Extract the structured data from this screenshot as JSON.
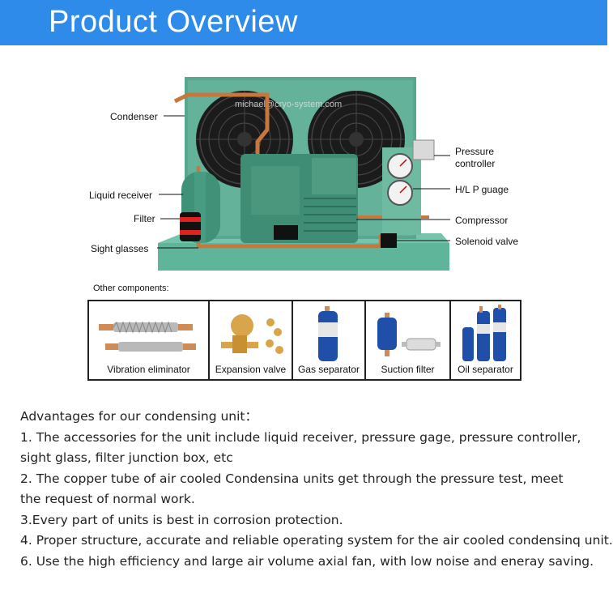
{
  "banner": {
    "title": "Product Overview",
    "color": "#2f8bea"
  },
  "diagram": {
    "watermark": "michael@cryo-system.com",
    "labels": {
      "condenser": "Condenser",
      "liquid_receiver": "Liquid receiver",
      "filter": "Filter",
      "sight_glasses": "Sight glasses",
      "pressure_controller_1": "Pressure",
      "pressure_controller_2": "controller",
      "hl_gauge": "H/L P guage",
      "compressor": "Compressor",
      "solenoid_valve": "Solenoid valve"
    }
  },
  "components": {
    "heading": "Other components:",
    "items": [
      {
        "name": "Vibration eliminator",
        "icon": "flexible-hose-icon"
      },
      {
        "name": "Expansion valve",
        "icon": "expansion-valve-icon"
      },
      {
        "name": "Gas separator",
        "icon": "gas-separator-icon"
      },
      {
        "name": "Suction filter",
        "icon": "suction-filter-icon"
      },
      {
        "name": "Oil separator",
        "icon": "oil-separator-icon"
      }
    ]
  },
  "advantages": {
    "lines": [
      "Advantages for our condensing unit：",
      "1. The accessories for the unit include liquid receiver, pressure gage, pressure controller,",
      "sight glass, filter junction box, etc",
      "2. The copper tube of air cooled Condensina units get through the pressure test, meet",
      "the request of normal work.",
      "3.Every part of units is best in corrosion protection.",
      "4. Proper structure, accurate and reliable operating system for the air cooled condensinq unit.",
      "6. Use the high efficiency and large air volume axial fan, with low noise and eneray saving."
    ]
  }
}
